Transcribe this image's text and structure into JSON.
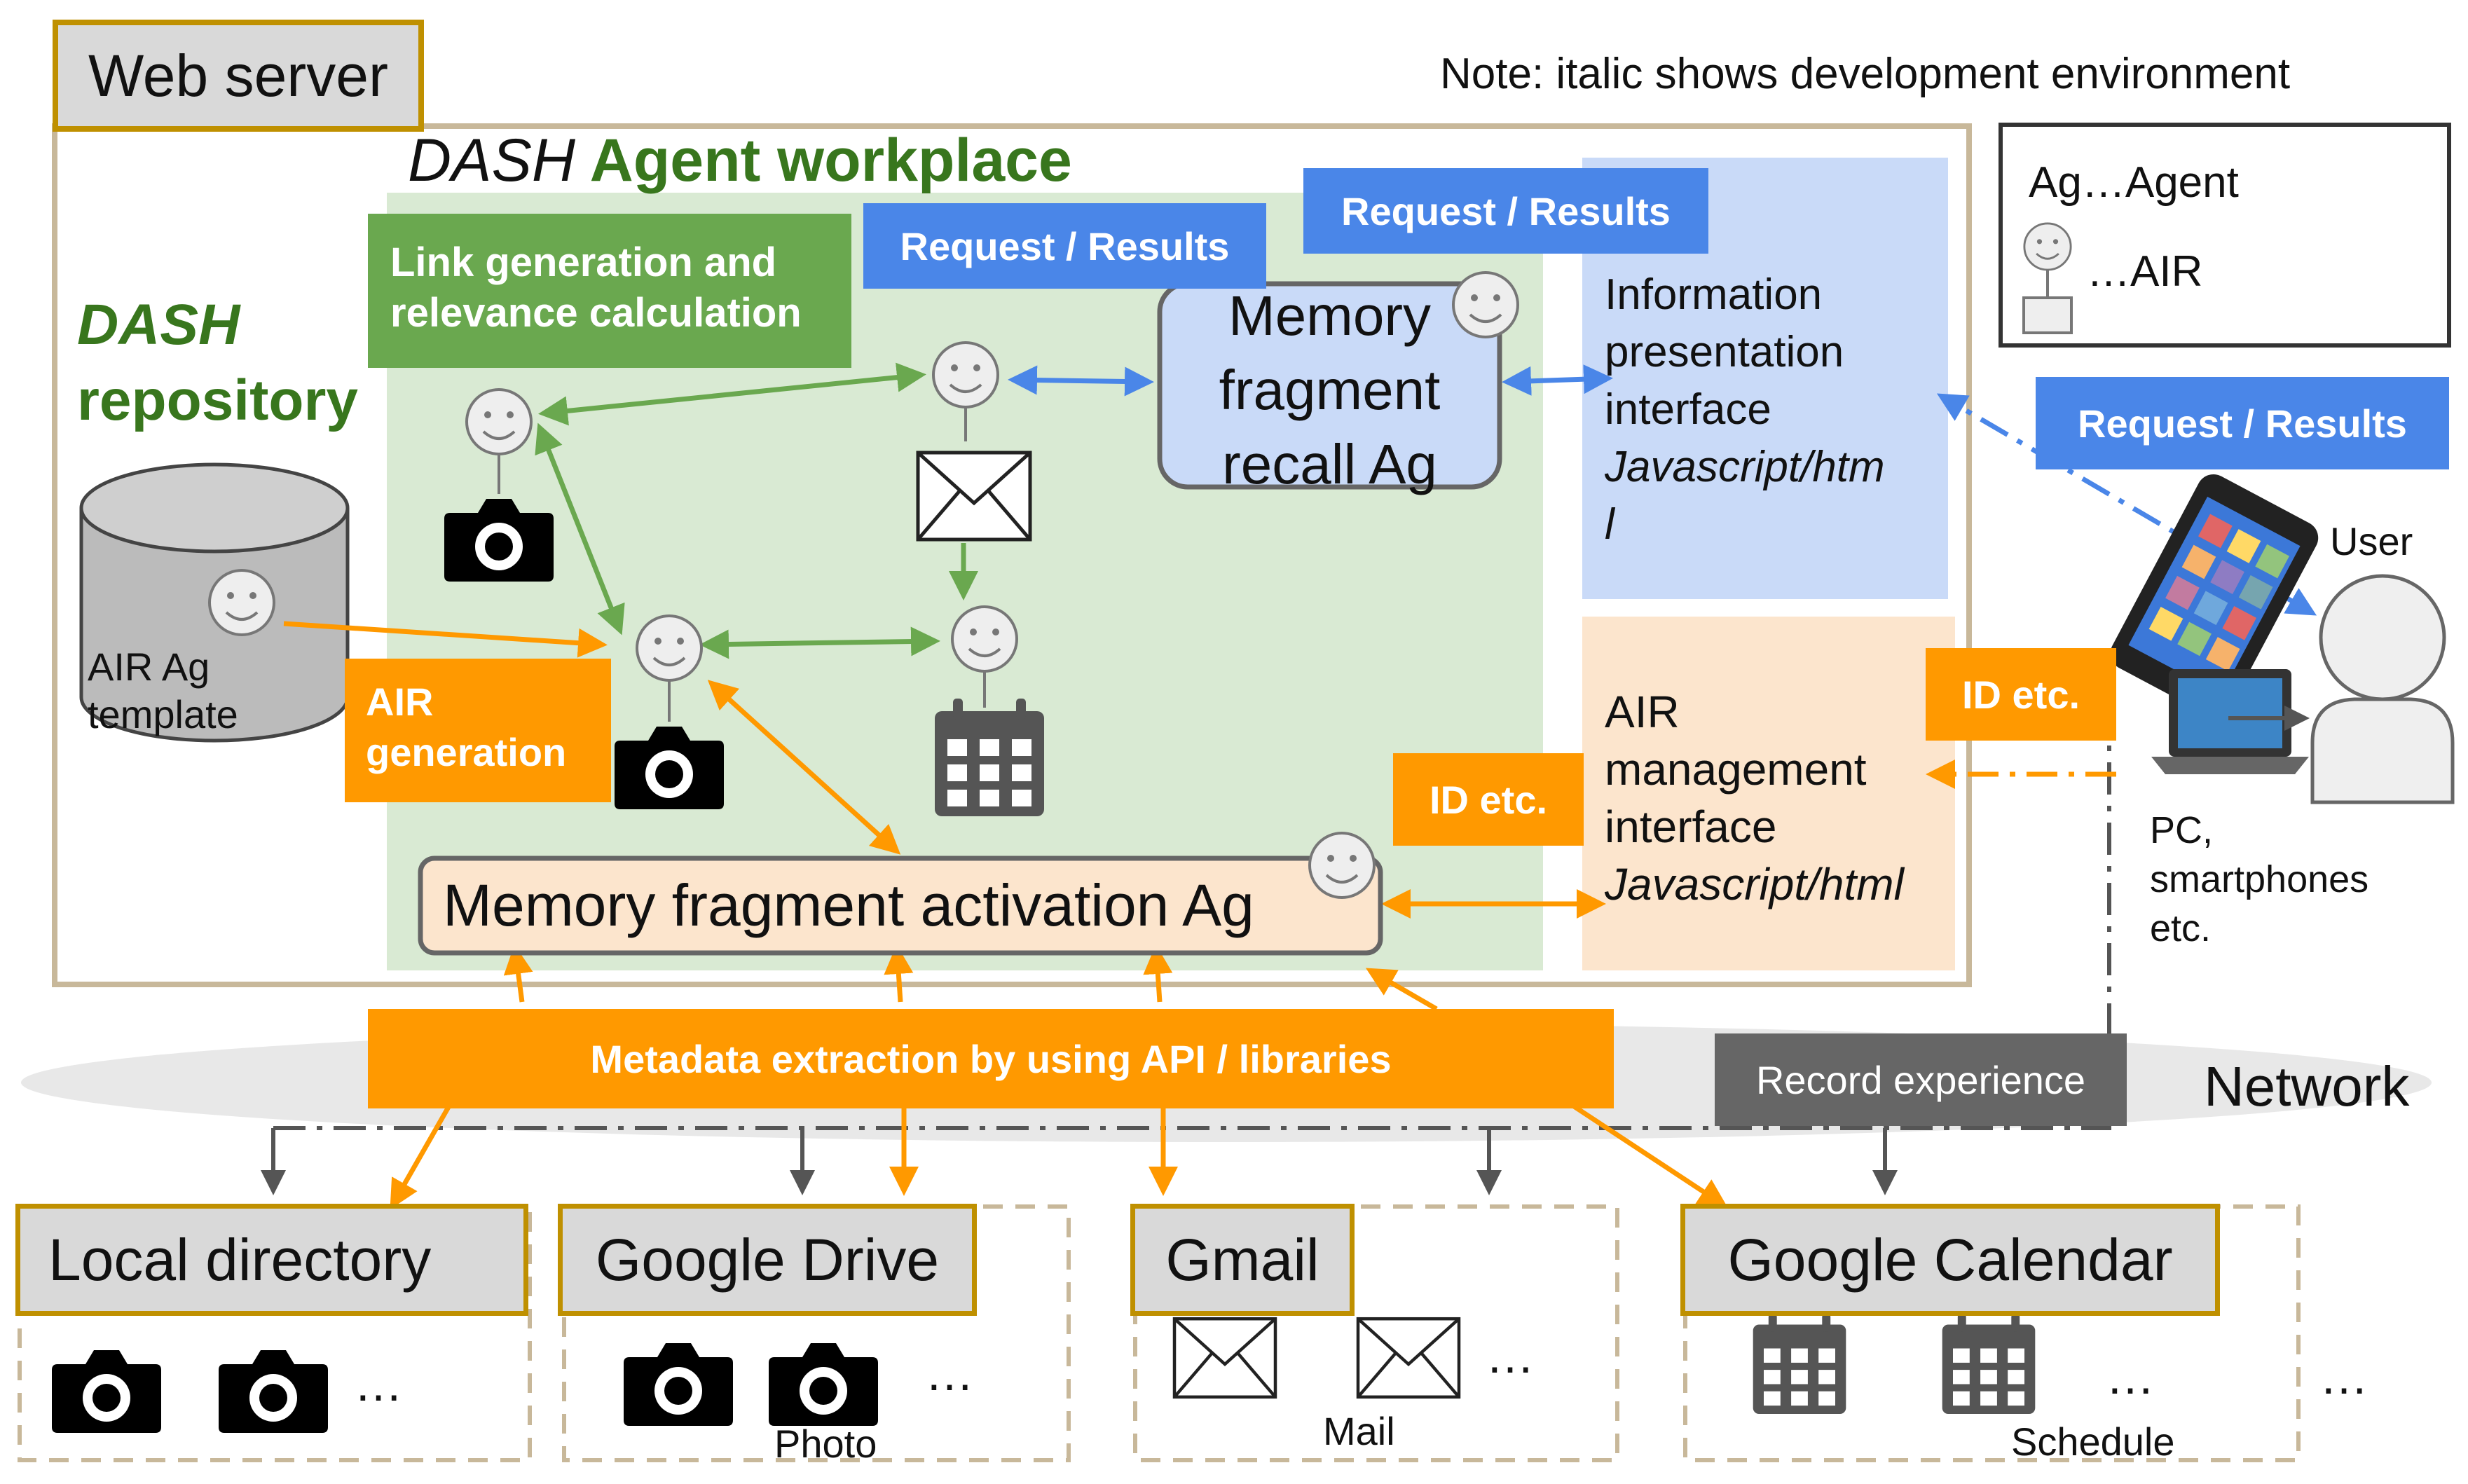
{
  "web_server": "Web server",
  "note": "Note: italic shows development environment",
  "workplace": {
    "dash": "DASH",
    "label": " Agent workplace"
  },
  "repository": {
    "line1": "DASH",
    "line2": "repository"
  },
  "template": {
    "line1": "AIR Ag",
    "line2": "template"
  },
  "air_generation": {
    "line1": "AIR",
    "line2": "generation"
  },
  "link_gen": {
    "line1": "Link generation and",
    "line2": "relevance calculation"
  },
  "request_results": "Request / Results",
  "recall": {
    "line1": "Memory",
    "line2": "fragment",
    "line3": "recall Ag"
  },
  "activation": "Memory fragment activation Ag",
  "info_iface": {
    "line1": "Information",
    "line2": "presentation",
    "line3": "interface",
    "line4": "Javascript/htm",
    "line5": "l"
  },
  "air_mgmt": {
    "line1": "AIR",
    "line2": "management",
    "line3": "interface",
    "line4": "Javascript/html"
  },
  "id_etc": "ID etc.",
  "legend": {
    "agent": "Ag…Agent",
    "air": "…AIR"
  },
  "user": "User",
  "pc": {
    "line1": "PC,",
    "line2": "smartphones",
    "line3": "etc."
  },
  "metadata": "Metadata extraction by using API / libraries",
  "record": "Record experience",
  "network": "Network",
  "sources": {
    "local": "Local directory",
    "drive": "Google Drive",
    "gmail": "Gmail",
    "calendar": "Google Calendar"
  },
  "item_labels": {
    "photo": "Photo",
    "mail": "Mail",
    "schedule": "Schedule"
  },
  "ellipsis": "…",
  "colors": {
    "green": "#6aa84f",
    "blue": "#4a86e8",
    "orange": "#ff9900",
    "gray_box": "#666666",
    "gold": "#bf9000"
  },
  "icons": [
    "smiley-icon",
    "camera-icon",
    "envelope-icon",
    "calendar-icon",
    "database-icon",
    "phone-icon",
    "laptop-icon",
    "user-icon"
  ]
}
